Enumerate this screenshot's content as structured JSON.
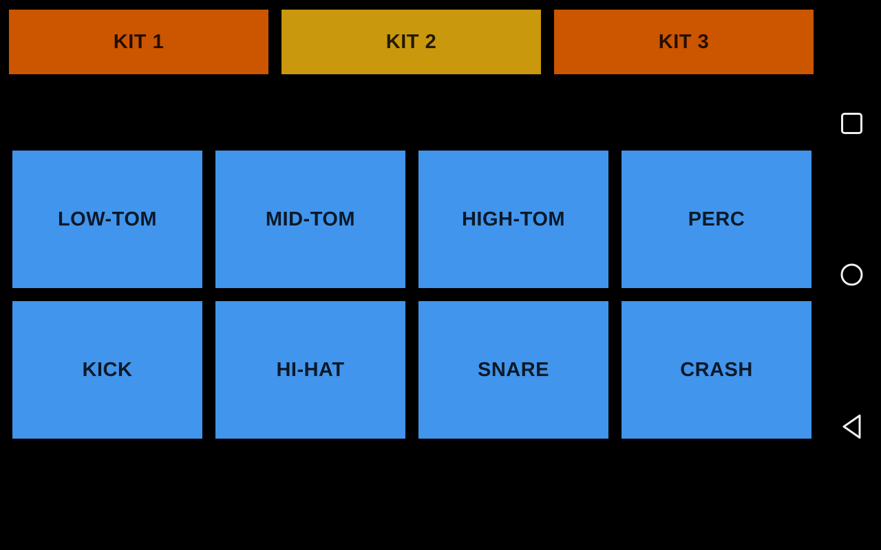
{
  "kit_bar": {
    "items": [
      {
        "label": "KIT 1",
        "color": "#CC5500"
      },
      {
        "label": "KIT 2",
        "color": "#C9980D"
      },
      {
        "label": "KIT 3",
        "color": "#CC5500"
      }
    ]
  },
  "pad_grid": {
    "pad_color": "#4295EC",
    "items": [
      {
        "label": "LOW-TOM"
      },
      {
        "label": "MID-TOM"
      },
      {
        "label": "HIGH-TOM"
      },
      {
        "label": "PERC"
      },
      {
        "label": "KICK"
      },
      {
        "label": "HI-HAT"
      },
      {
        "label": "SNARE"
      },
      {
        "label": "CRASH"
      }
    ]
  },
  "nav_bar": {
    "icon_color": "#F0F0F0",
    "icons": [
      {
        "name": "recents-square-icon"
      },
      {
        "name": "home-circle-icon"
      },
      {
        "name": "back-triangle-icon"
      }
    ]
  },
  "colors": {
    "background": "#000000",
    "label_text": "#000000"
  }
}
